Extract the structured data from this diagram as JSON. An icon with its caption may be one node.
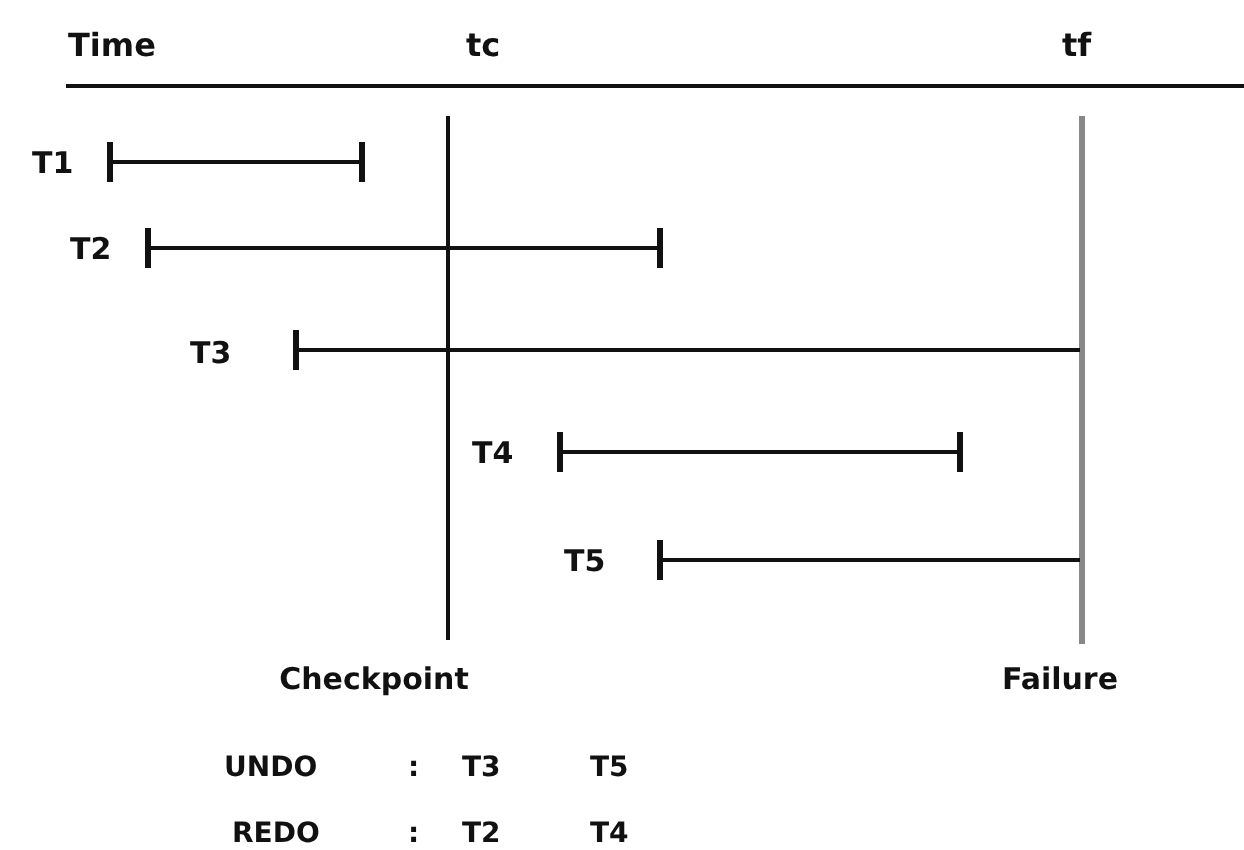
{
  "diagram": {
    "labels": [
      "Time",
      "tc",
      "tf",
      "T1",
      "T2",
      "T3",
      "T4",
      "T5",
      "Checkpoint",
      "Failure",
      "UNDO",
      ":",
      "T3",
      "T5",
      "REDO",
      ":",
      "T2",
      "T4"
    ]
  }
}
